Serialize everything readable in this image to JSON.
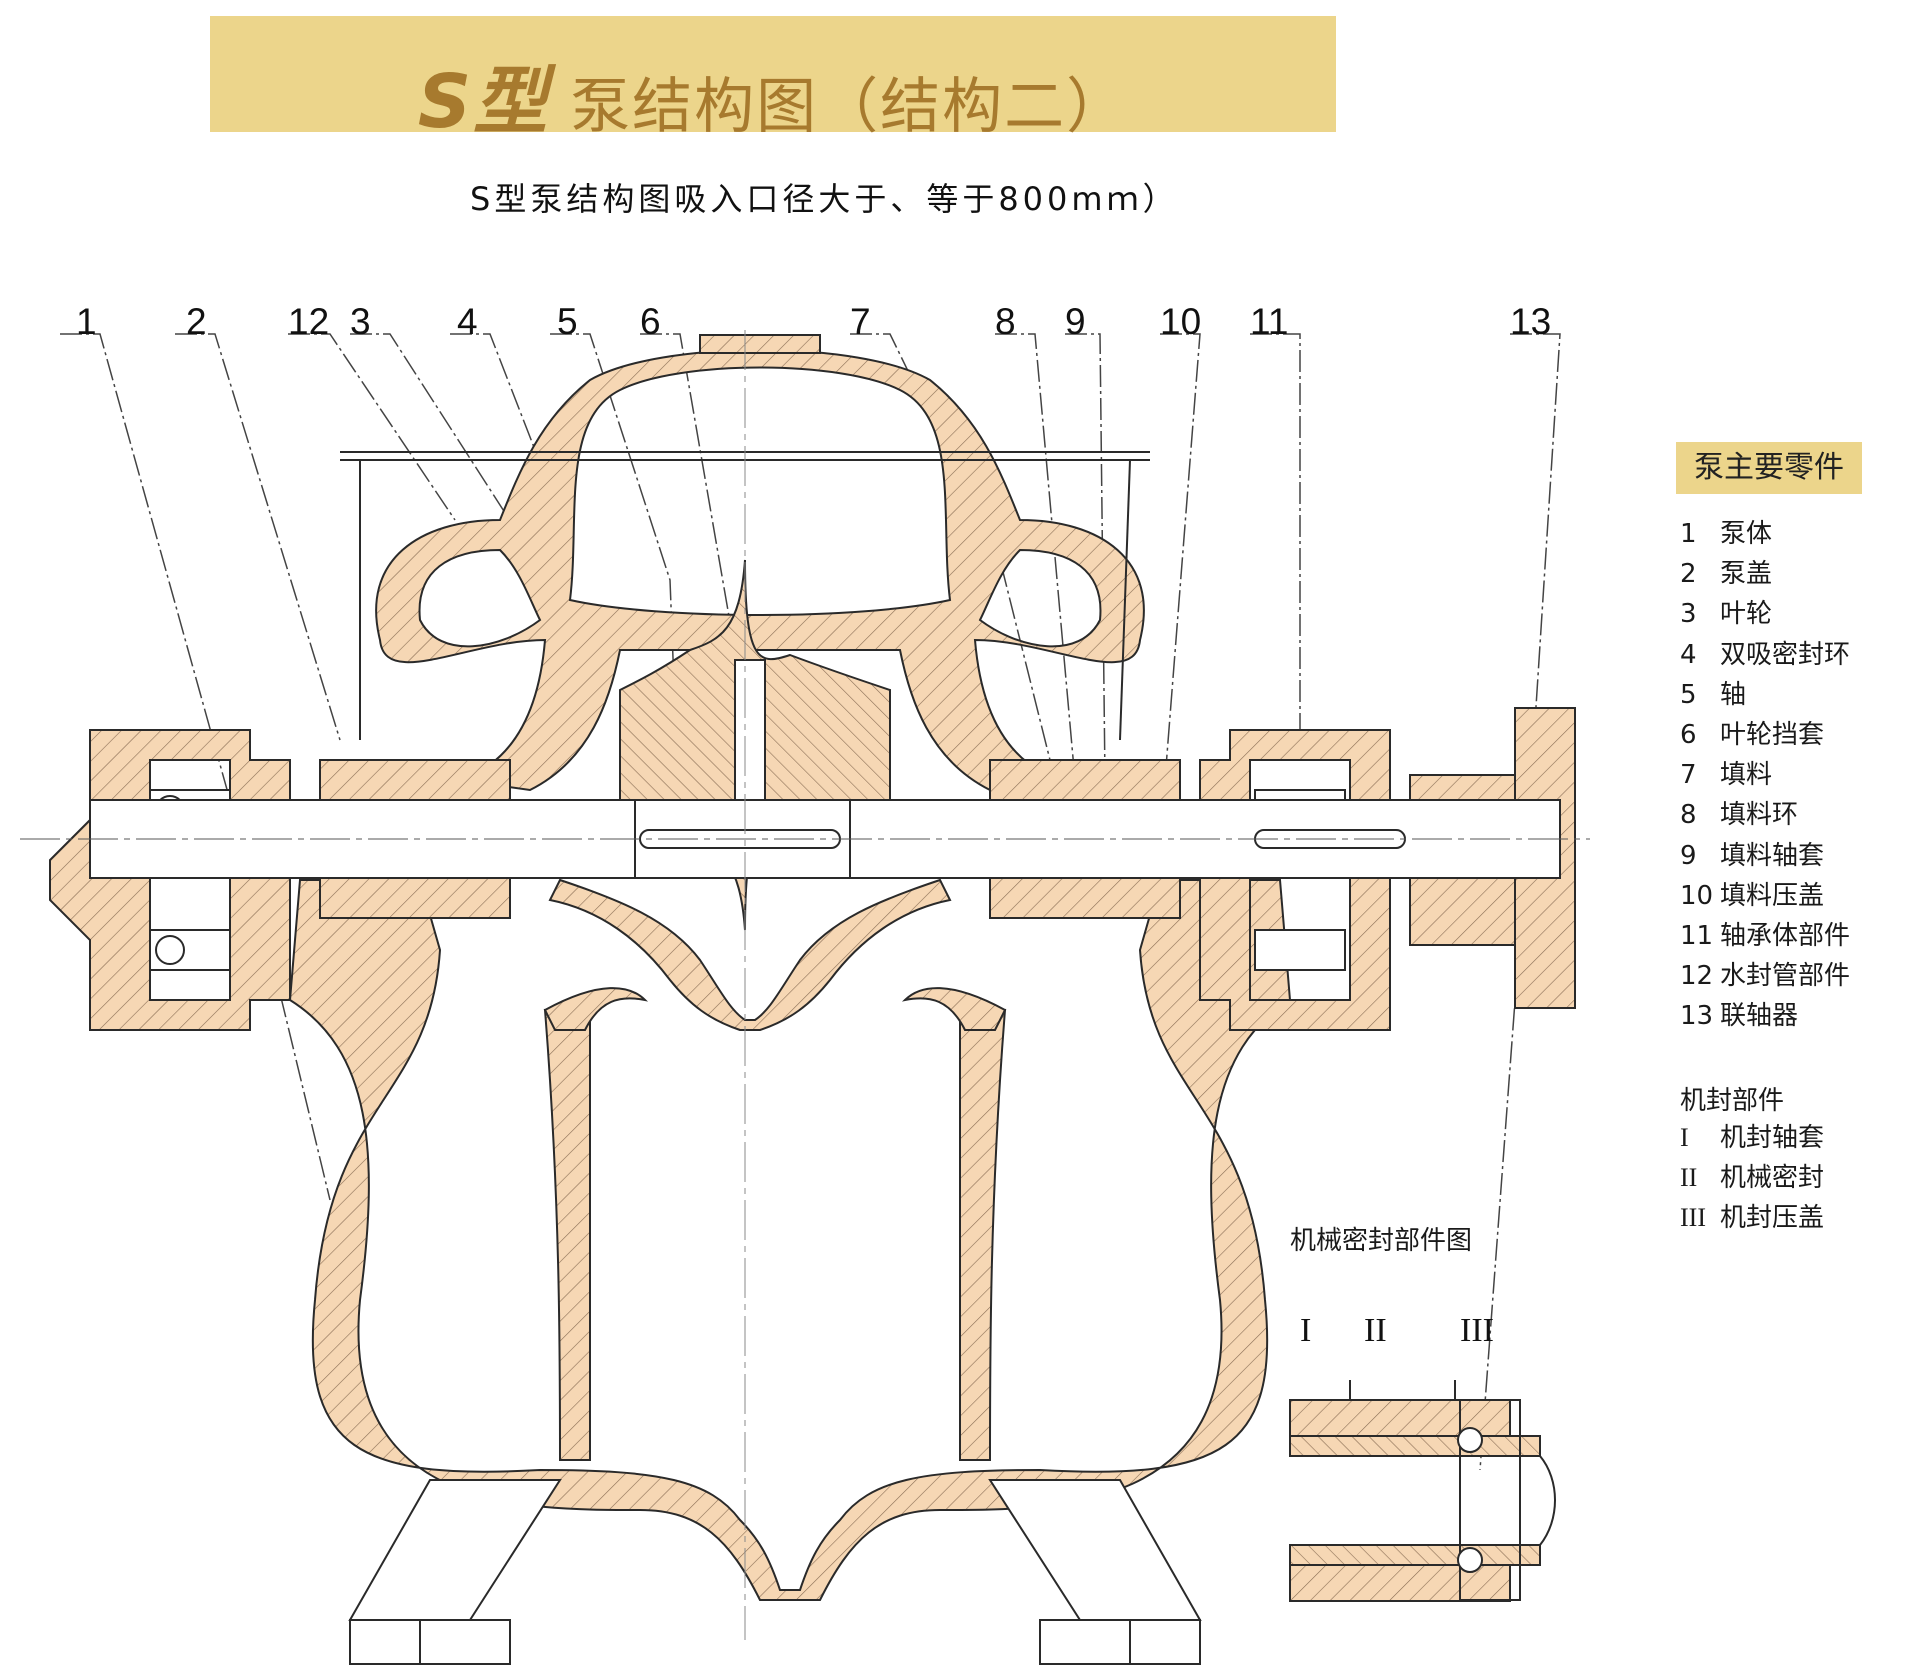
{
  "title": {
    "prefix": "S型",
    "rest": "泵结构图（结构二）"
  },
  "subtitle": "S型泵结构图吸入口径大于、等于800mｍ）",
  "callouts": [
    "1",
    "2",
    "12",
    "3",
    "4",
    "5",
    "6",
    "7",
    "8",
    "9",
    "10",
    "11",
    "13"
  ],
  "legend": {
    "title": "泵主要零件",
    "items": [
      {
        "n": "1",
        "label": "泵体"
      },
      {
        "n": "2",
        "label": "泵盖"
      },
      {
        "n": "3",
        "label": "叶轮"
      },
      {
        "n": "4",
        "label": "双吸密封环"
      },
      {
        "n": "5",
        "label": "轴"
      },
      {
        "n": "6",
        "label": "叶轮挡套"
      },
      {
        "n": "7",
        "label": "填料"
      },
      {
        "n": "8",
        "label": "填料环"
      },
      {
        "n": "9",
        "label": "填料轴套"
      },
      {
        "n": "10",
        "label": "填料压盖"
      },
      {
        "n": "11",
        "label": "轴承体部件"
      },
      {
        "n": "12",
        "label": "水封管部件"
      },
      {
        "n": "13",
        "label": "联轴器"
      }
    ]
  },
  "seal": {
    "title": "机封部件",
    "items": [
      {
        "n": "I",
        "label": "机封轴套"
      },
      {
        "n": "II",
        "label": "机械密封"
      },
      {
        "n": "III",
        "label": "机封压盖"
      }
    ],
    "caption": "机械密封部件图",
    "markers": [
      "I",
      "II",
      "III"
    ]
  },
  "colors": {
    "banner": "#ecd58b",
    "title": "#a77a2e",
    "casting": "#f6d7b4",
    "line": "#3a3a3a"
  }
}
